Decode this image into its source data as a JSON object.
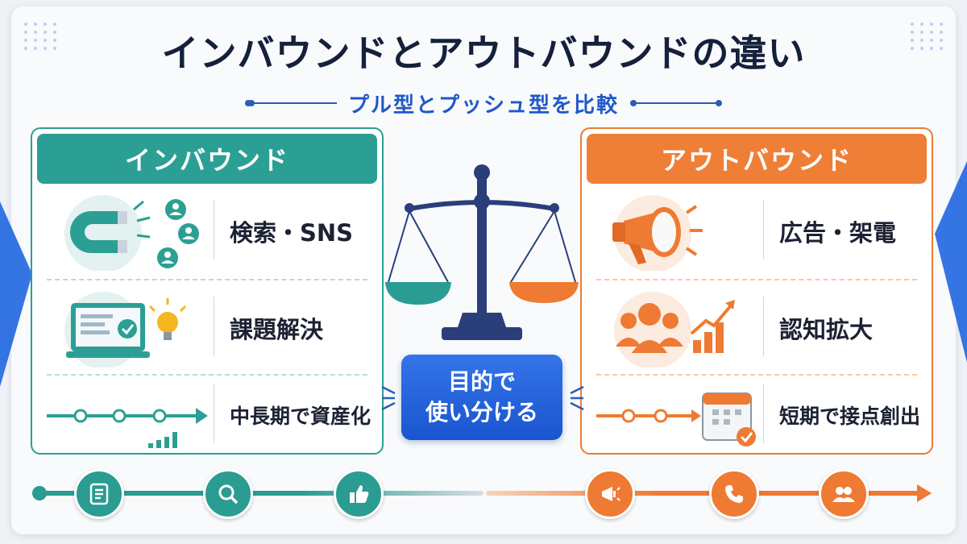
{
  "title": "インバウンドとアウトバウンドの違い",
  "subtitle": "プル型とプッシュ型を比較",
  "inbound": {
    "header": "インバウンド",
    "items": [
      {
        "label": "検索・SNS",
        "icon": "magnet-people-icon"
      },
      {
        "label": "課題解決",
        "icon": "laptop-lightbulb-icon"
      },
      {
        "label": "中長期で資産化",
        "icon": "growth-timeline-icon"
      }
    ]
  },
  "outbound": {
    "header": "アウトバウンド",
    "items": [
      {
        "label": "広告・架電",
        "icon": "megaphone-icon"
      },
      {
        "label": "認知拡大",
        "icon": "audience-growth-icon"
      },
      {
        "label": "短期で接点創出",
        "icon": "calendar-timeline-icon"
      }
    ]
  },
  "center": {
    "line1": "目的で",
    "line2": "使い分ける",
    "icon": "balance-scale-icon"
  },
  "timeline": {
    "inbound_icons": [
      "document-icon",
      "search-icon",
      "thumbs-up-icon"
    ],
    "outbound_icons": [
      "megaphone-icon",
      "phone-icon",
      "group-icon"
    ]
  },
  "colors": {
    "inbound": "#2c9f95",
    "outbound": "#ef7f37",
    "accent": "#1f58c9",
    "title": "#15203a"
  }
}
